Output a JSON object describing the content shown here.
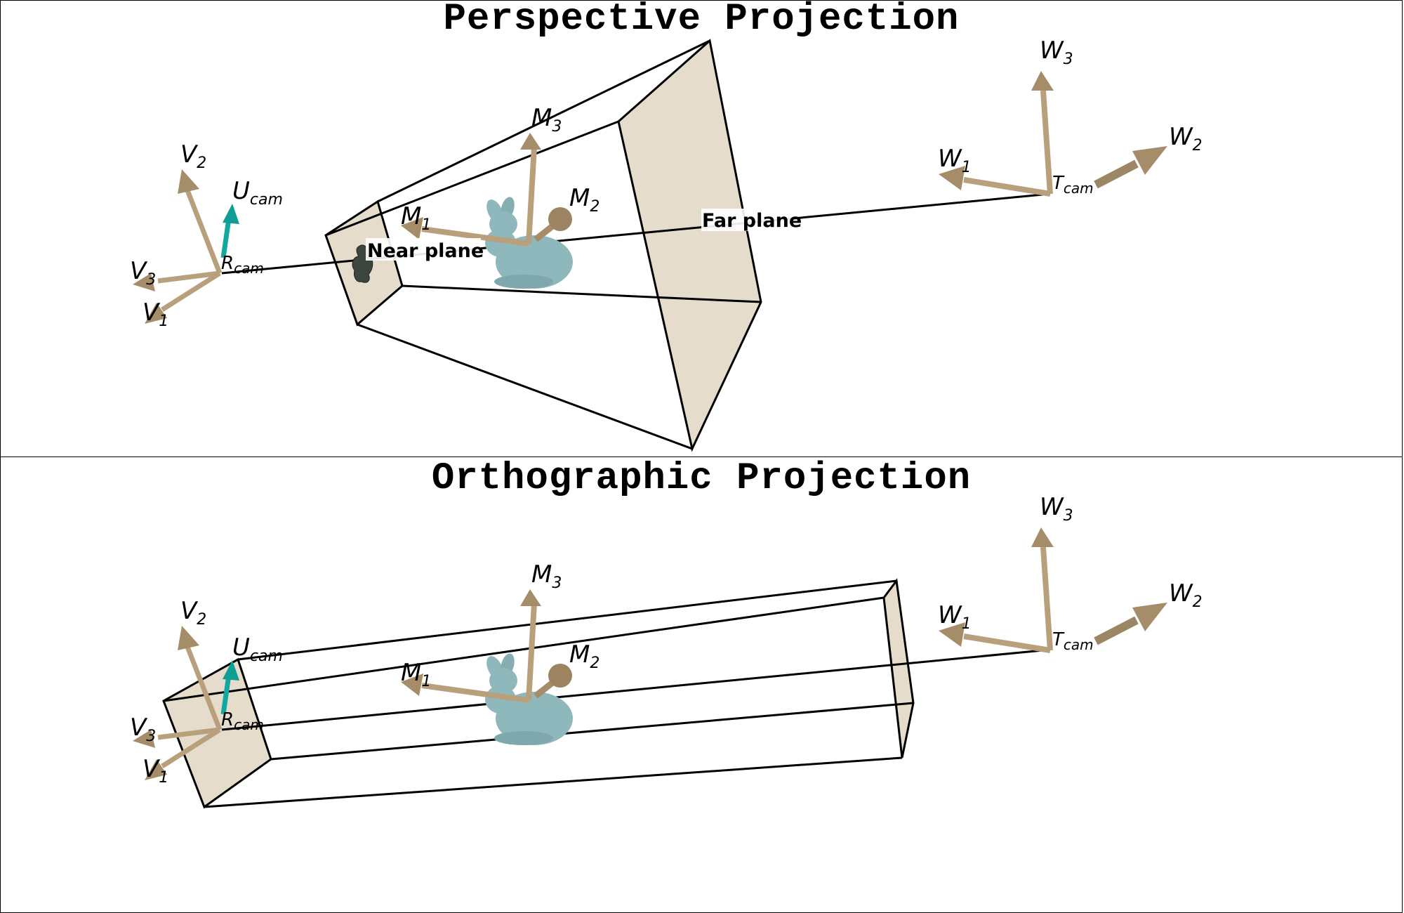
{
  "perspective": {
    "title": "Perspective Projection",
    "near_plane_label": "Near plane",
    "far_plane_label": "Far plane"
  },
  "orthographic": {
    "title": "Orthographic Projection"
  },
  "axes_labels": {
    "V": "V",
    "U": "U",
    "R": "R",
    "M": "M",
    "W": "W",
    "T": "T",
    "cam": "cam",
    "i1": "1",
    "i2": "2",
    "i3": "3"
  },
  "colors": {
    "frame_arrow": "#b8a07c",
    "camera_up_arrow": "#12a8a0",
    "frustum_fill": "#e6dccb",
    "bunny": "#8fb8bc",
    "line": "#000000"
  }
}
